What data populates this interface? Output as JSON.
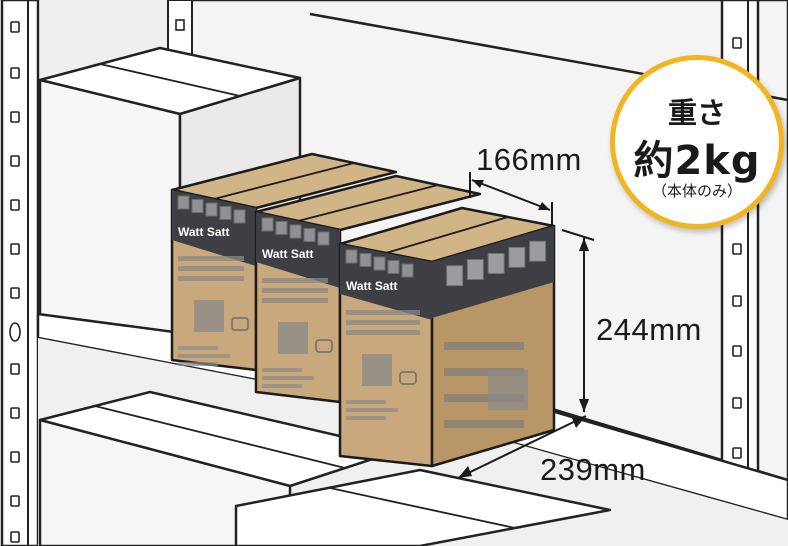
{
  "product": {
    "brand_label": "Watt Satt",
    "box_count": 3
  },
  "dimensions": {
    "depth_label": "166mm",
    "height_label": "244mm",
    "width_label": "239mm"
  },
  "weight_badge": {
    "line1": "重さ",
    "line2": "約2kg",
    "line3": "（本体のみ）",
    "border_color": "#f2b520"
  },
  "colors": {
    "cardboard_front": "#c9a97c",
    "cardboard_side": "#b89666",
    "cardboard_top": "#d2b587",
    "box_band": "#3d3f44",
    "outline": "#1c1c1c",
    "wall": "#f2f2f2",
    "shelf": "#ffffff"
  }
}
